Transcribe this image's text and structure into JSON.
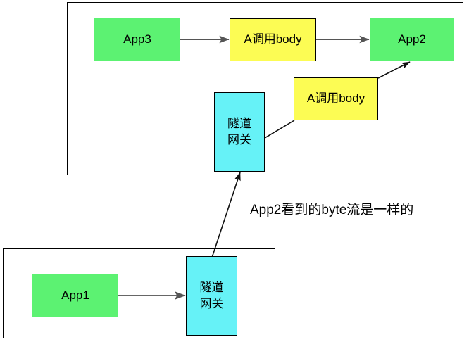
{
  "diagram": {
    "type": "flow-diagram",
    "caption": "App2看到的byte流是一样的",
    "colors": {
      "app_green": "#5CF272",
      "payload_yellow": "#FCFC54",
      "gateway_cyan": "#66F2F7",
      "border_black": "#000000",
      "arrow_gray": "#555555",
      "arrow_black": "#000000",
      "background": "#FFFFFF"
    },
    "containers": [
      {
        "id": "top-container",
        "label": ""
      },
      {
        "id": "bottom-container",
        "label": ""
      }
    ],
    "nodes": {
      "app3": {
        "label": "App3",
        "kind": "app",
        "color": "#5CF272"
      },
      "payload_direct": {
        "label": "A调用body",
        "kind": "payload",
        "color": "#FCFC54"
      },
      "app2": {
        "label": "App2",
        "kind": "app",
        "color": "#5CF272"
      },
      "gateway_top": {
        "label": "隧道\n网关",
        "kind": "gateway",
        "color": "#66F2F7"
      },
      "payload_tunnel": {
        "label": "A调用body",
        "kind": "payload",
        "color": "#FCFC54"
      },
      "app1": {
        "label": "App1",
        "kind": "app",
        "color": "#5CF272"
      },
      "gateway_bottom": {
        "label": "隧道\n网关",
        "kind": "gateway",
        "color": "#66F2F7"
      }
    },
    "edges": [
      {
        "id": "app3-to-payload",
        "from": "app3",
        "to": "payload_direct",
        "style": "gray-arrow"
      },
      {
        "id": "payload-to-app2",
        "from": "payload_direct",
        "to": "app2",
        "style": "gray-arrow"
      },
      {
        "id": "gateway-to-payload-tunnel",
        "from": "gateway_top",
        "to": "payload_tunnel",
        "style": "black-line"
      },
      {
        "id": "payload-tunnel-to-app2",
        "from": "payload_tunnel",
        "to": "app2",
        "style": "black-arrow"
      },
      {
        "id": "gateway-bottom-to-gateway-top",
        "from": "gateway_bottom",
        "to": "gateway_top",
        "style": "black-arrow"
      },
      {
        "id": "app1-to-gateway-bottom",
        "from": "app1",
        "to": "gateway_bottom",
        "style": "gray-arrow"
      }
    ]
  }
}
